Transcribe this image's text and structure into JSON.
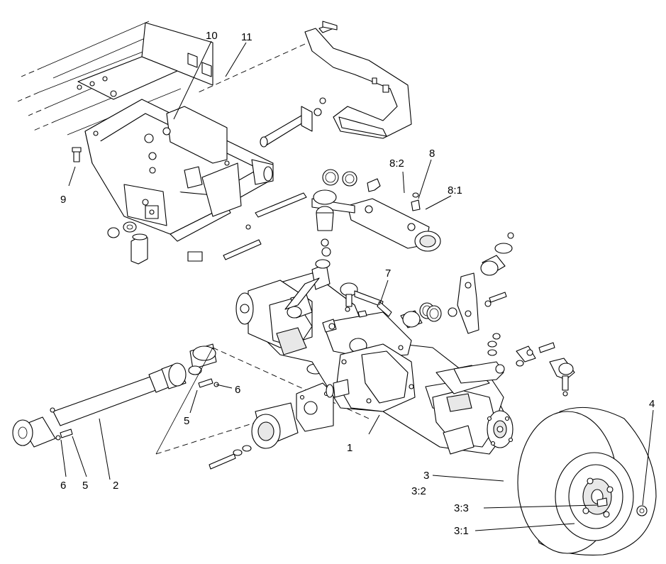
{
  "diagram": {
    "callouts": {
      "c1": "1",
      "c2": "2",
      "c3": "3",
      "c3_2": "3:2",
      "c3_3": "3:3",
      "c3_1": "3:1",
      "c4": "4",
      "c5a": "5",
      "c5b": "5",
      "c6a": "6",
      "c6b": "6",
      "c7": "7",
      "c8": "8",
      "c8_2": "8:2",
      "c8_1": "8:1",
      "c9": "9",
      "c10": "10",
      "c11": "11"
    }
  }
}
